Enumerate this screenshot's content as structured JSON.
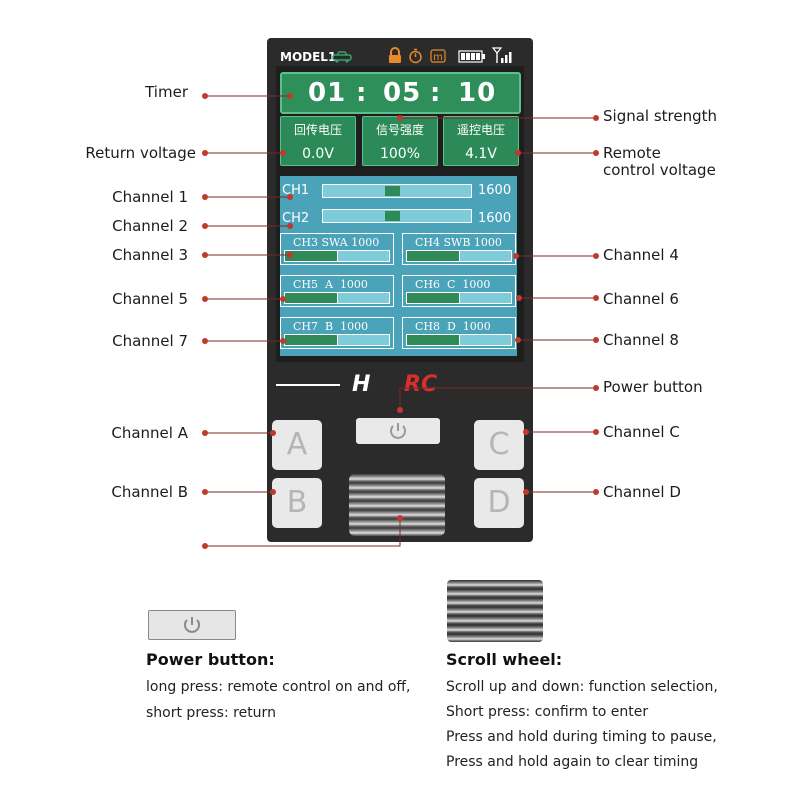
{
  "device": {
    "model_name": "MODEL1",
    "timer": {
      "hh": "01",
      "sep1": ":",
      "mm": "05",
      "sep2": ":",
      "ss": "10"
    },
    "voltage_boxes": [
      {
        "title": "回传电压",
        "value": "0.0V"
      },
      {
        "title": "信号强度",
        "value": "100%"
      },
      {
        "title": "遥控电压",
        "value": "4.1V"
      }
    ],
    "main_channels": [
      {
        "label": "CH1",
        "value": "1600",
        "level": 0.52
      },
      {
        "label": "CH2",
        "value": "1600",
        "level": 0.52
      }
    ],
    "sub_channels": [
      {
        "text": "CH3 SWA 1000",
        "level": 0.5
      },
      {
        "text": "CH4 SWB 1000",
        "level": 0.5
      },
      {
        "text": "CH5  A  1000",
        "level": 0.5
      },
      {
        "text": "CH6  C  1000",
        "level": 0.5
      },
      {
        "text": "CH7  B  1000",
        "level": 0.5
      },
      {
        "text": "CH8  D  1000",
        "level": 0.5
      }
    ],
    "brand_h": "H",
    "brand_rc": "RC",
    "keys": {
      "a": "A",
      "b": "B",
      "c": "C",
      "d": "D"
    },
    "colors": {
      "screen_green": "#2e8b57",
      "panel_blue": "#4aa3b8",
      "brand_red": "#d9302b",
      "callout_red": "#c0392b"
    },
    "status_icons": [
      "car-icon",
      "lock-icon",
      "stopwatch-icon",
      "m-icon",
      "battery-icon",
      "signal-icon"
    ]
  },
  "callouts": {
    "timer": "Timer",
    "return_voltage": "Return voltage",
    "channel_1": "Channel 1",
    "channel_2": "Channel 2",
    "channel_3": "Channel 3",
    "channel_5": "Channel 5",
    "channel_7": "Channel 7",
    "channel_a": "Channel A",
    "channel_b": "Channel B",
    "signal_strength": "Signal strength",
    "remote_voltage_1": "Remote",
    "remote_voltage_2": "control voltage",
    "channel_4": "Channel 4",
    "channel_6": "Channel 6",
    "channel_8": "Channel 8",
    "power_button": "Power button",
    "channel_c": "Channel C",
    "channel_d": "Channel D"
  },
  "legend": {
    "power_title": "Power button:",
    "power_lines": [
      "long press: remote control on and off,",
      "short press: return"
    ],
    "wheel_title": "Scroll wheel:",
    "wheel_lines": [
      "Scroll up and down: function selection,",
      "Short press: confirm to enter",
      "Press and hold during timing to pause,",
      "Press and hold again to clear timing"
    ]
  }
}
